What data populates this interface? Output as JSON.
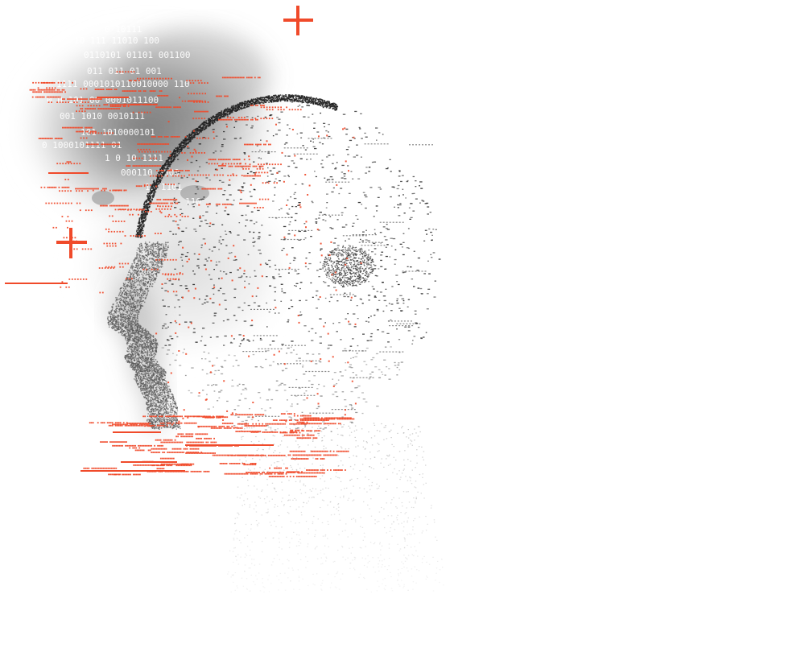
{
  "colors": {
    "background": "#ffffff",
    "accent": "#f04a2a",
    "dots": "#222222",
    "shade": "#5a5a5a"
  },
  "binary_overlay": [
    "0  10111",
    "10 111 11010 100",
    "0110101 01101 001100",
    "011 011   01 001",
    "1111 0001010110010000 110",
    "0 0 101 00   0001011100",
    "001    1010 0010111",
    "0     1000101111 01",
    "   101 1010000101",
    "  1    0 10 1111",
    "      000110 0000",
    "       11   1101",
    "        110"
  ]
}
